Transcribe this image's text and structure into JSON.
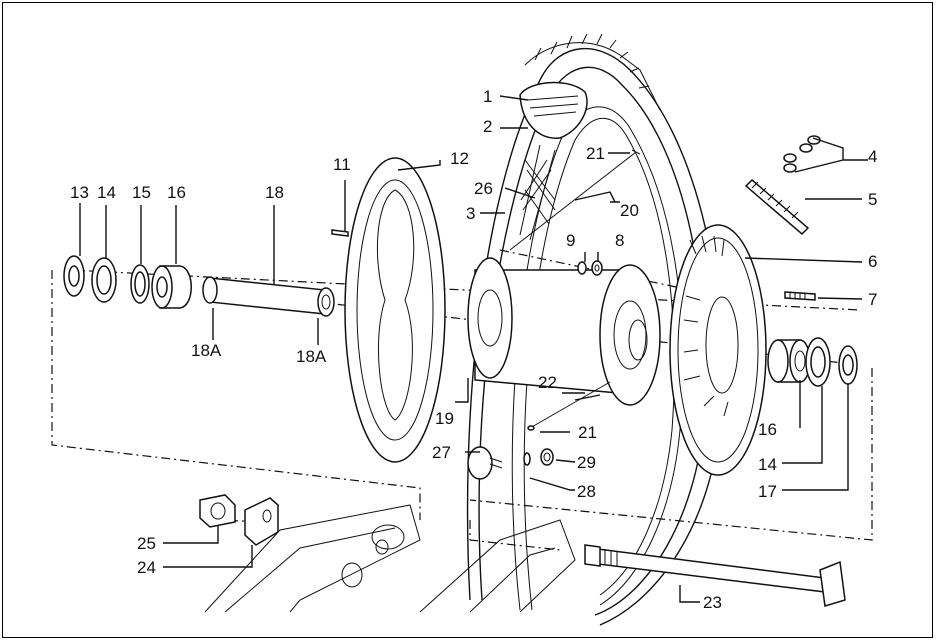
{
  "diagram": {
    "title": "Rear wheel exploded view",
    "labels": {
      "p1": "1",
      "p2": "2",
      "p3": "3",
      "p4": "4",
      "p5": "5",
      "p6": "6",
      "p7": "7",
      "p8": "8",
      "p9": "9",
      "p11": "11",
      "p12": "12",
      "p13": "13",
      "p14a": "14",
      "p14b": "14",
      "p15": "15",
      "p16a": "16",
      "p16b": "16",
      "p17": "17",
      "p18": "18",
      "p18a1": "18A",
      "p18a2": "18A",
      "p19": "19",
      "p20": "20",
      "p21a": "21",
      "p21b": "21",
      "p22": "22",
      "p23": "23",
      "p24": "24",
      "p25": "25",
      "p26": "26",
      "p27": "27",
      "p28": "28",
      "p29": "29"
    },
    "colors": {
      "ink": "#111111",
      "paper": "#ffffff"
    }
  }
}
